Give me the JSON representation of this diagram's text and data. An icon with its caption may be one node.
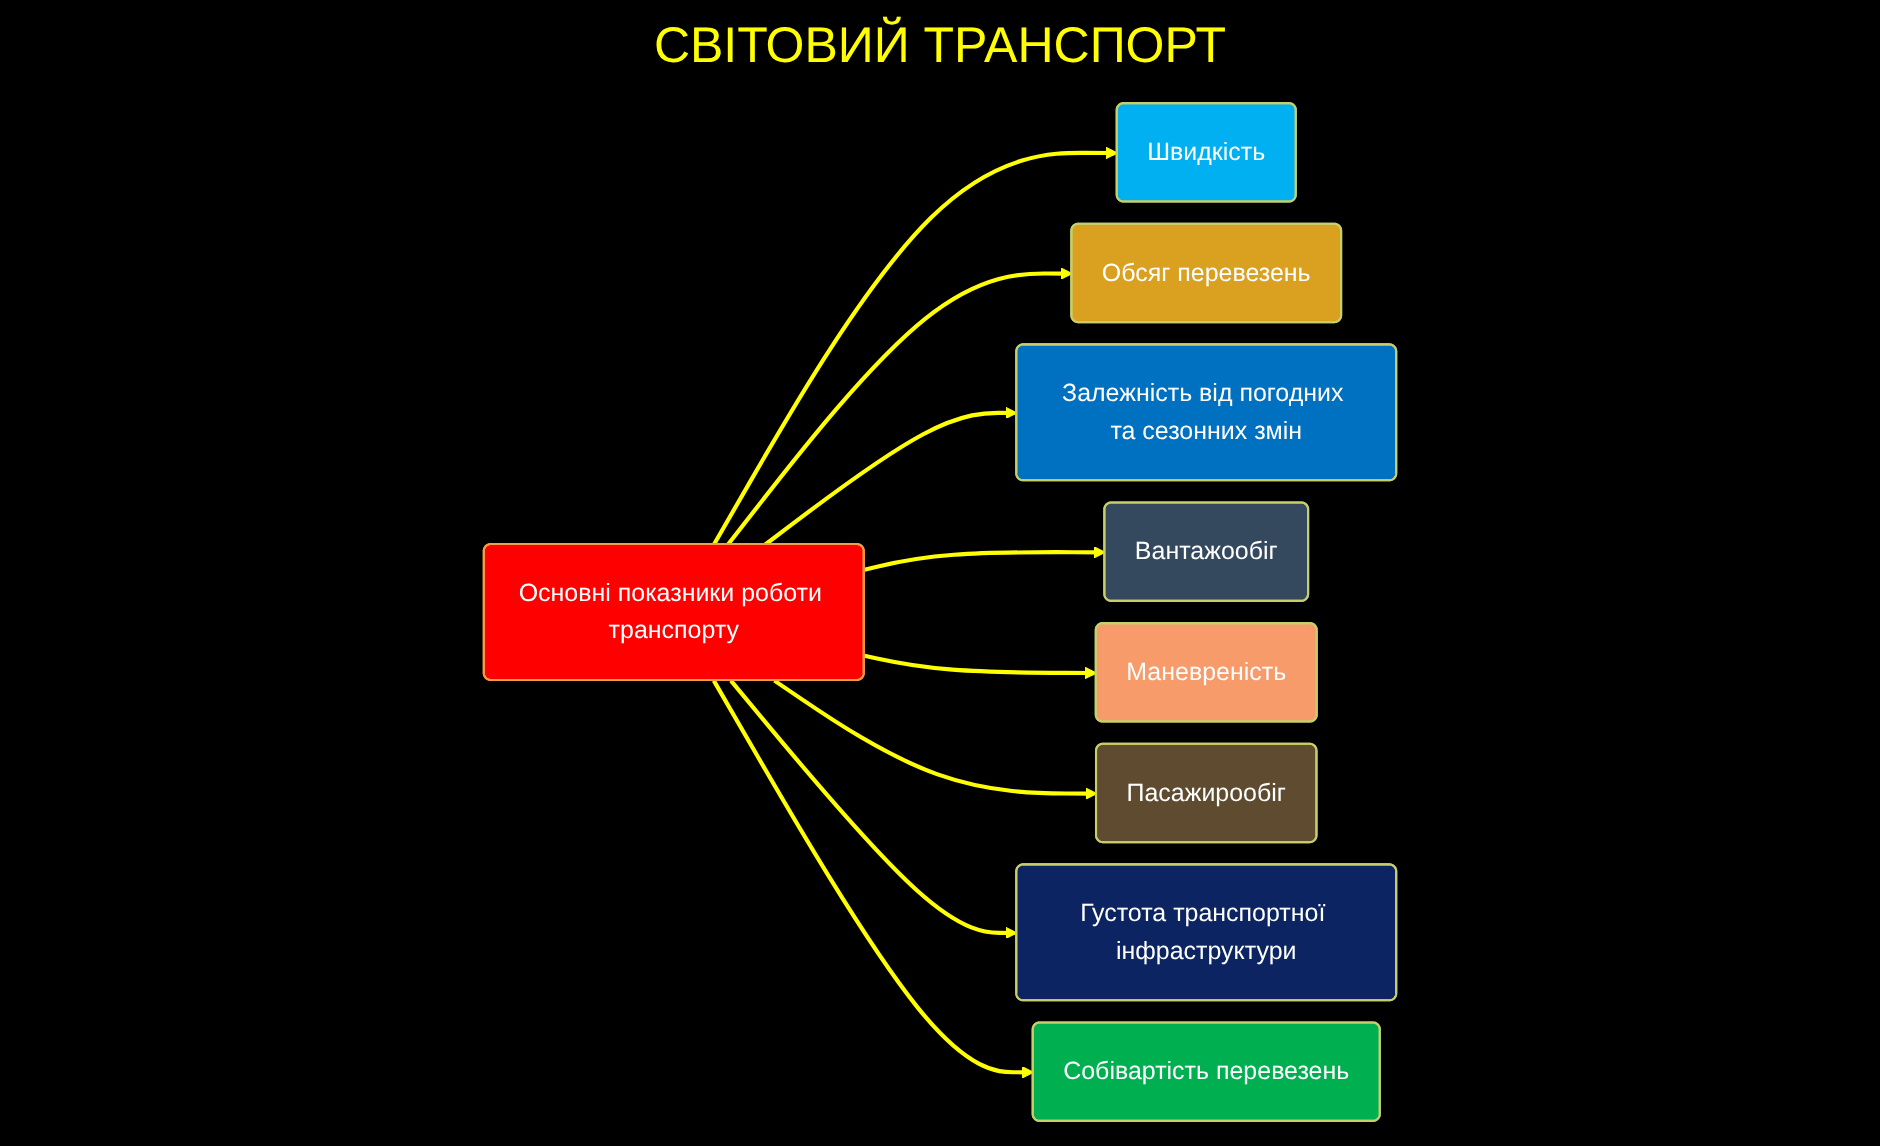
{
  "diagram": {
    "title": "СВІТОВИЙ ТРАНСПОРТ",
    "nodes": [
      {
        "text": [
          "Швидкість"
        ]
      },
      {
        "text": [
          "Обсяг перевезень"
        ]
      },
      {
        "text": [
          "Залежність від погодних та сезонних змін"
        ]
      },
      {
        "text": [
          "Вантажообіг"
        ]
      },
      {
        "text": [
          "Основні показники роботи транспорту"
        ]
      },
      {
        "text": [
          "Маневреність"
        ]
      },
      {
        "text": [
          "Пасажирообіг"
        ]
      },
      {
        "text": [
          "Густота транспортної інфраструктури"
        ]
      },
      {
        "text": [
          "Собівартість перевезень"
        ]
      }
    ],
    "edges": [
      {
        "from": 4,
        "to": 0,
        "arrow": "to"
      },
      {
        "from": 4,
        "to": 1,
        "arrow": "to"
      },
      {
        "from": 4,
        "to": 2,
        "arrow": "to"
      },
      {
        "from": 4,
        "to": 3,
        "arrow": "to"
      },
      {
        "from": 4,
        "to": 5,
        "arrow": "to"
      },
      {
        "from": 4,
        "to": 6,
        "arrow": "to"
      },
      {
        "from": 4,
        "to": 7,
        "arrow": "to"
      },
      {
        "from": 4,
        "to": 8,
        "arrow": "to"
      }
    ]
  }
}
